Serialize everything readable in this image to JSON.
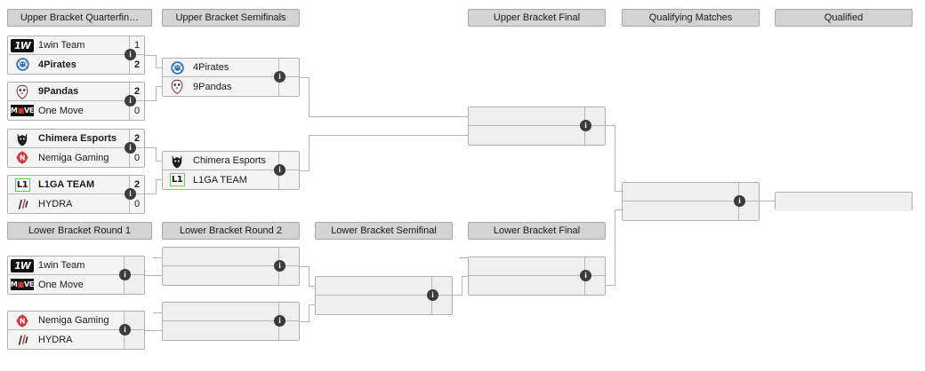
{
  "headers": {
    "ub_qf": "Upper Bracket Quarterfin…",
    "ub_sf": "Upper Bracket Semifinals",
    "ub_f": "Upper Bracket Final",
    "qualifying": "Qualifying Matches",
    "qualified": "Qualified",
    "lb_r1": "Lower Bracket Round 1",
    "lb_r2": "Lower Bracket Round 2",
    "lb_sf": "Lower Bracket Semifinal",
    "lb_f": "Lower Bracket Final"
  },
  "info_label": "i",
  "teams": {
    "onewin": "1win Team",
    "fourpirates": "4Pirates",
    "ninepandas": "9Pandas",
    "onemove": "One Move",
    "chimera": "Chimera Esports",
    "nemiga": "Nemiga Gaming",
    "l1ga": "L1GA TEAM",
    "hydra": "HYDRA"
  },
  "logo_text": {
    "onewin": "1W",
    "move_m": "M",
    "move_o": "■",
    "move_ve": "VE",
    "l1ga": "L1"
  },
  "matches": {
    "ubqf1": {
      "top_team": "1win Team",
      "top_score": "1",
      "bot_team": "4Pirates",
      "bot_score": "2",
      "winner": "bottom"
    },
    "ubqf2": {
      "top_team": "9Pandas",
      "top_score": "2",
      "bot_team": "One Move",
      "bot_score": "0",
      "winner": "top"
    },
    "ubqf3": {
      "top_team": "Chimera Esports",
      "top_score": "2",
      "bot_team": "Nemiga Gaming",
      "bot_score": "0",
      "winner": "top"
    },
    "ubqf4": {
      "top_team": "L1GA TEAM",
      "top_score": "2",
      "bot_team": "HYDRA",
      "bot_score": "0",
      "winner": "top"
    },
    "ubsf1": {
      "top_team": "4Pirates",
      "top_score": "",
      "bot_team": "9Pandas",
      "bot_score": "",
      "winner": "none"
    },
    "ubsf2": {
      "top_team": "Chimera Esports",
      "top_score": "",
      "bot_team": "L1GA TEAM",
      "bot_score": "",
      "winner": "none"
    },
    "ubf": {
      "top_team": "",
      "top_score": "",
      "bot_team": "",
      "bot_score": "",
      "winner": "none"
    },
    "qm": {
      "top_team": "",
      "top_score": "",
      "bot_team": "",
      "bot_score": "",
      "winner": "none"
    },
    "qualified_slot": {
      "team": ""
    },
    "lbr1a": {
      "top_team": "1win Team",
      "top_score": "",
      "bot_team": "One Move",
      "bot_score": "",
      "winner": "none"
    },
    "lbr1b": {
      "top_team": "Nemiga Gaming",
      "top_score": "",
      "bot_team": "HYDRA",
      "bot_score": "",
      "winner": "none"
    },
    "lbr2a": {
      "top_team": "",
      "top_score": "",
      "bot_team": "",
      "bot_score": "",
      "winner": "none"
    },
    "lbr2b": {
      "top_team": "",
      "top_score": "",
      "bot_team": "",
      "bot_score": "",
      "winner": "none"
    },
    "lbsf": {
      "top_team": "",
      "top_score": "",
      "bot_team": "",
      "bot_score": "",
      "winner": "none"
    },
    "lbf": {
      "top_team": "",
      "top_score": "",
      "bot_team": "",
      "bot_score": "",
      "winner": "none"
    }
  },
  "colors": {
    "header_bg": "#d3d3d3",
    "header_border": "#a8a8a8",
    "match_bg": "#f4f4f4",
    "match_empty_bg": "#efefef",
    "match_border": "#b0b0b0",
    "connector": "#b5b5b5",
    "info_badge": "#3b3b3b",
    "page_bg": "#ffffff",
    "l1ga_accent": "#55d455",
    "nemiga_accent": "#c0392b",
    "pirates_accent": "#2e72b8"
  }
}
